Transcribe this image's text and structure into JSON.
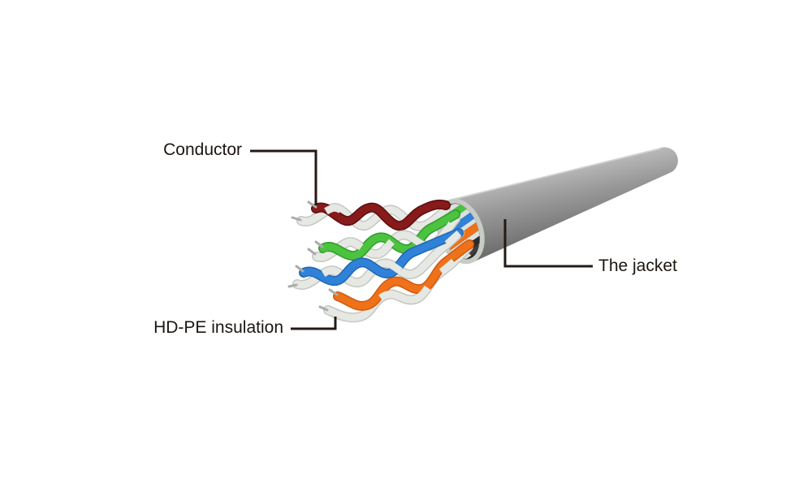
{
  "diagram": {
    "subject": "UTP ethernet cable cutaway",
    "labels": {
      "conductor": "Conductor",
      "insulation": "HD-PE insulation",
      "jacket": "The jacket"
    }
  },
  "colors": {
    "background": "#ffffff",
    "label_text": "#1c1510",
    "leader_line": "#231a15",
    "jacket_light": "#cfcfcf",
    "jacket_mid": "#9a9a9a",
    "jacket_dark": "#626262",
    "jacket_highlight": "#d9d9d9",
    "jacket_ring": "#c7ccc6",
    "core_shadow": "#2b2b2b",
    "core_white": "#dde1dd",
    "wire_white": "#e6e8e3",
    "wire_white_edge": "#c3c6c0",
    "metal_pin": "#a9ada9"
  },
  "pairs": [
    {
      "name": "maroon pair",
      "color": "#871a1a",
      "edge": "#5c0f0f"
    },
    {
      "name": "green pair",
      "color": "#4cc33e",
      "edge": "#2f9b2c"
    },
    {
      "name": "blue pair",
      "color": "#2f82d8",
      "edge": "#1f66b4"
    },
    {
      "name": "orange pair",
      "color": "#ef7119",
      "edge": "#cf5a0e"
    }
  ]
}
